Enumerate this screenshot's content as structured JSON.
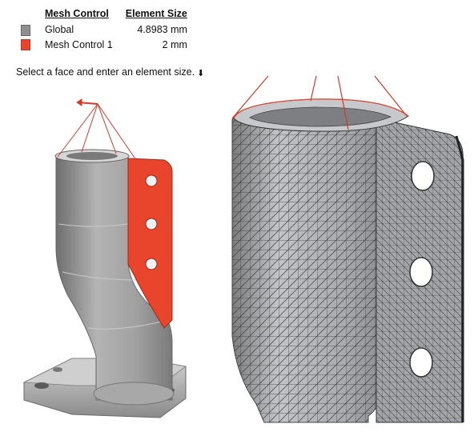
{
  "legend": {
    "header_name": "Mesh Control",
    "header_size": "Element Size",
    "rows": [
      {
        "name": "Global",
        "size": "4.8983 mm",
        "color": "#8f8f8f"
      },
      {
        "name": "Mesh Control 1",
        "size": "2 mm",
        "color": "#e8452c"
      }
    ]
  },
  "hint": {
    "text": "Select a face and enter an element size.",
    "icon": "double-chevron-down-icon"
  },
  "colors": {
    "accent": "#e8452c",
    "body": "#9a9a9a",
    "mesh_line": "#3a3a3a"
  }
}
